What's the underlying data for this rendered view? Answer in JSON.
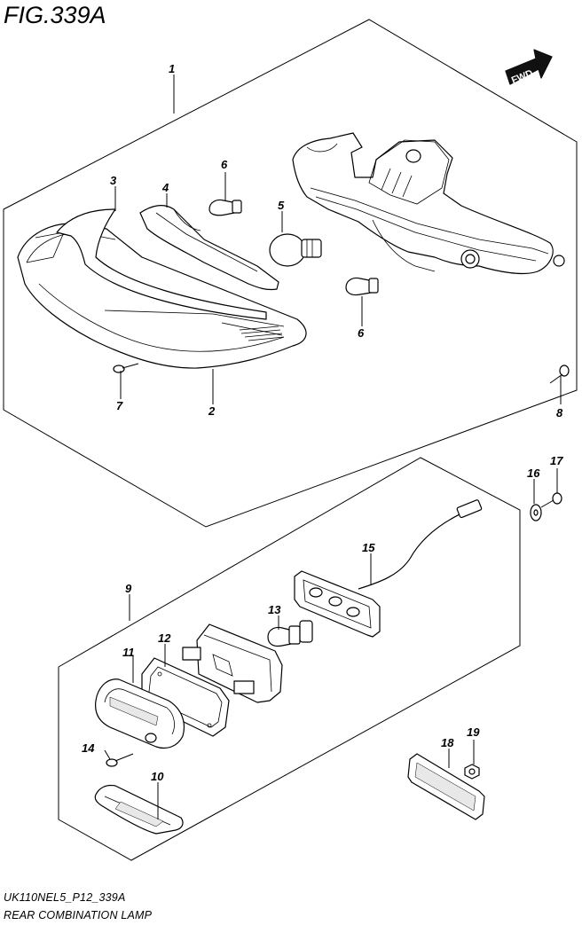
{
  "figure": {
    "title": "FIG.339A",
    "code": "UK110NEL5_P12_339A",
    "name": "REAR COMBINATION LAMP",
    "direction_label": "FWD"
  },
  "callouts": [
    {
      "id": "1",
      "label": "1"
    },
    {
      "id": "2",
      "label": "2"
    },
    {
      "id": "3",
      "label": "3"
    },
    {
      "id": "4",
      "label": "4"
    },
    {
      "id": "5",
      "label": "5"
    },
    {
      "id": "6a",
      "label": "6"
    },
    {
      "id": "6b",
      "label": "6"
    },
    {
      "id": "7",
      "label": "7"
    },
    {
      "id": "8",
      "label": "8"
    },
    {
      "id": "9",
      "label": "9"
    },
    {
      "id": "10",
      "label": "10"
    },
    {
      "id": "11",
      "label": "11"
    },
    {
      "id": "12",
      "label": "12"
    },
    {
      "id": "13",
      "label": "13"
    },
    {
      "id": "14",
      "label": "14"
    },
    {
      "id": "15",
      "label": "15"
    },
    {
      "id": "16",
      "label": "16"
    },
    {
      "id": "17",
      "label": "17"
    },
    {
      "id": "18",
      "label": "18"
    },
    {
      "id": "19",
      "label": "19"
    }
  ]
}
